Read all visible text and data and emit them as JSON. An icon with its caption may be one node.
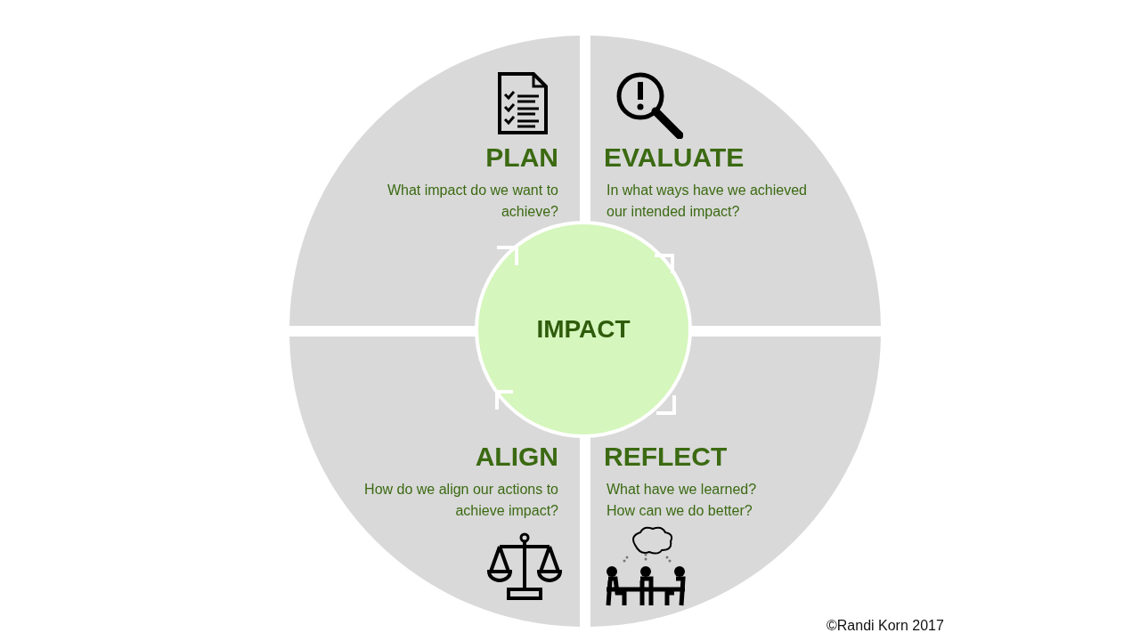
{
  "diagram": {
    "nodes": [
      {
        "text": [
          "PLAN",
          "What impact do we want to achieve?"
        ]
      },
      {
        "text": [
          "EVALUATE",
          "In what ways have we achieved our intended  impact?"
        ]
      },
      {
        "text": [
          "IMPACT"
        ]
      },
      {
        "text": [
          "ALIGN",
          "How do we align our actions to achieve impact?"
        ]
      },
      {
        "text": [
          "REFLECT",
          "What have we learned? How can we do better?"
        ]
      }
    ],
    "labels": [
      "©Randi Korn 2017"
    ]
  }
}
